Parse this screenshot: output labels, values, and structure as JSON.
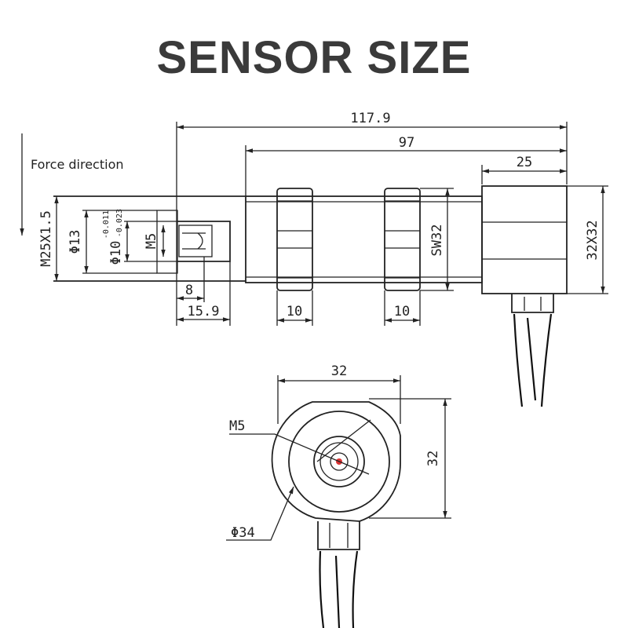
{
  "title": "SENSOR SIZE",
  "force_label": "Force direction",
  "side_view": {
    "dims": {
      "overall_length": "117.9",
      "body_length": "97",
      "head_length": "25",
      "head_section": "32X32",
      "thread": "M25X1.5",
      "shoulder_dia": "Φ13",
      "pin_dia": "Φ10",
      "tol_upper": "-0.011",
      "tol_lower": "-0.023",
      "inner_thread": "M5",
      "depth": "8",
      "stub_length": "15.9",
      "nut1_width": "10",
      "nut2_width": "10",
      "wrench_size": "SW32"
    }
  },
  "front_view": {
    "dims": {
      "width": "32",
      "height": "32",
      "inner_thread": "M5",
      "outer_dia": "Φ34"
    }
  }
}
